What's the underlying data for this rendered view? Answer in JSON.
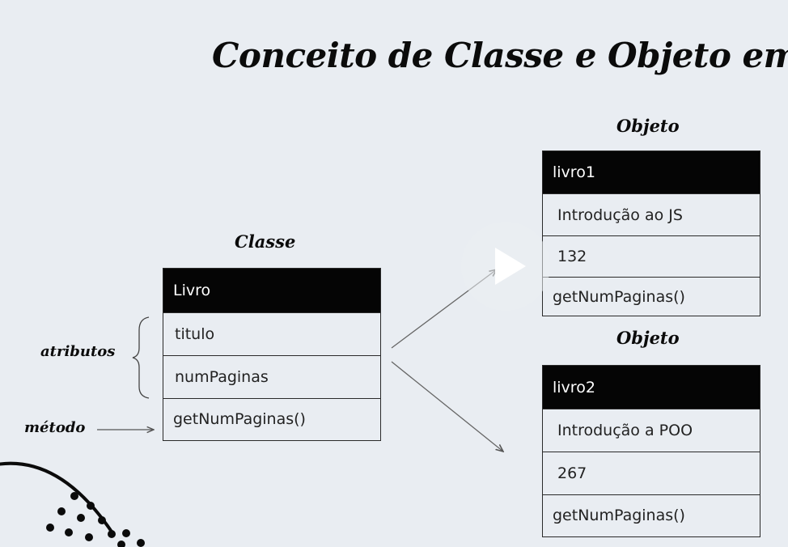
{
  "title": "Conceito de Classe e Objeto em POO",
  "class_caption": "Classe",
  "class_box": {
    "name": "Livro",
    "attributes": [
      "titulo",
      "numPaginas"
    ],
    "method": "getNumPaginas()"
  },
  "side_labels": {
    "attributes": "atributos",
    "method": "método"
  },
  "objects": [
    {
      "caption": "Objeto",
      "name": "livro1",
      "values": [
        "Introdução ao JS",
        "132"
      ],
      "method": "getNumPaginas()"
    },
    {
      "caption": "Objeto",
      "name": "livro2",
      "values": [
        "Introdução a POO",
        "267"
      ],
      "method": "getNumPaginas()"
    }
  ],
  "video_overlay": {
    "icon": "play-icon"
  }
}
